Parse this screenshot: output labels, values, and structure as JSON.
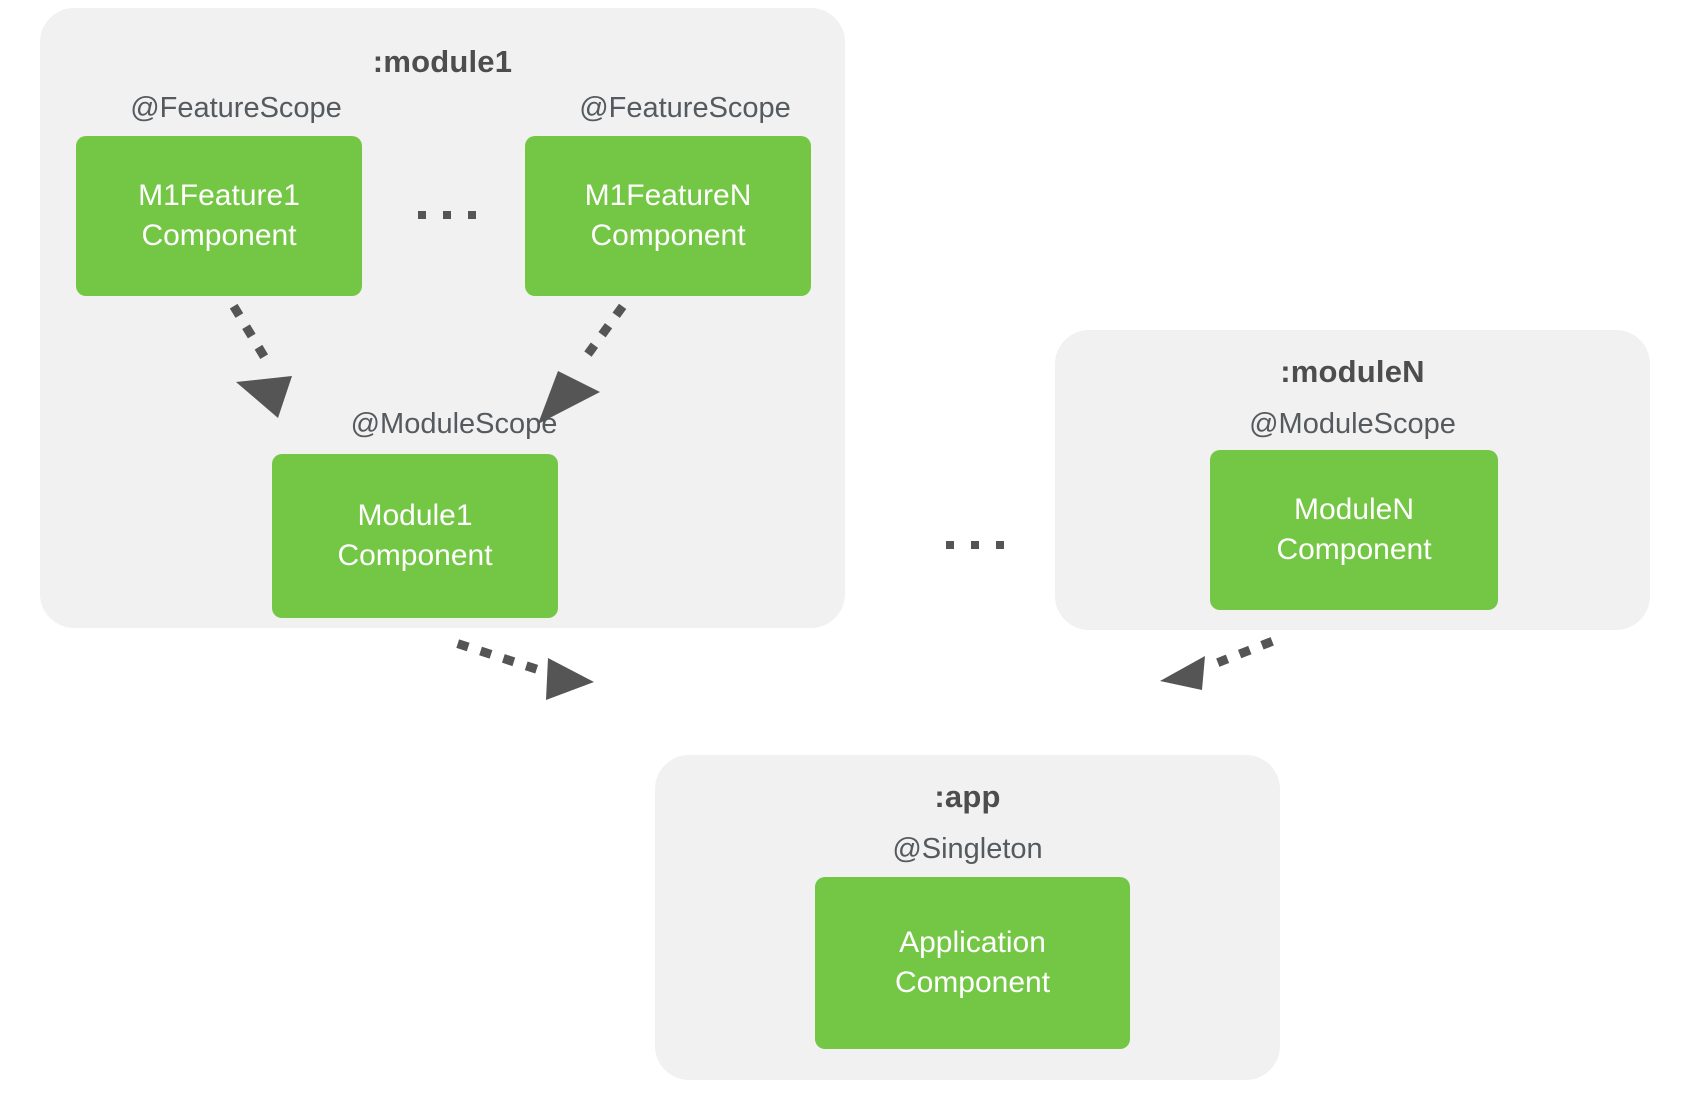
{
  "diagram": {
    "title_implied": "Dagger multi-module component scope hierarchy",
    "colors": {
      "panel_bg": "#f1f1f1",
      "component_green": "#74c745",
      "text_dark": "#4d4d4d",
      "scope_text": "#555a5e",
      "component_text": "#ffffff",
      "arrow": "#555555",
      "page_bg": "#ffffff"
    },
    "panels": [
      {
        "id": "module1",
        "title": ":module1",
        "scopes": [
          {
            "label": "@FeatureScope"
          },
          {
            "label": "@FeatureScope"
          },
          {
            "label": "@ModuleScope"
          }
        ],
        "components": [
          {
            "line1": "M1Feature1",
            "line2": "Component"
          },
          {
            "line1": "M1FeatureN",
            "line2": "Component"
          },
          {
            "line1": "Module1",
            "line2": "Component"
          }
        ]
      },
      {
        "id": "moduleN",
        "title": ":moduleN",
        "scopes": [
          {
            "label": "@ModuleScope"
          }
        ],
        "components": [
          {
            "line1": "ModuleN",
            "line2": "Component"
          }
        ]
      },
      {
        "id": "app",
        "title": ":app",
        "scopes": [
          {
            "label": "@Singleton"
          }
        ],
        "components": [
          {
            "line1": "Application",
            "line2": "Component"
          }
        ]
      }
    ],
    "ellipses": [
      {
        "id": "between-features",
        "dots": 3
      },
      {
        "id": "between-modules",
        "dots": 3
      }
    ],
    "arrows": [
      {
        "id": "m1feature1-to-module1",
        "style": "dotted",
        "head": "solid-triangle"
      },
      {
        "id": "m1featureN-to-module1",
        "style": "dotted",
        "head": "solid-triangle"
      },
      {
        "id": "module1-to-application",
        "style": "dotted",
        "head": "solid-triangle"
      },
      {
        "id": "moduleN-to-application",
        "style": "dotted",
        "head": "solid-triangle"
      }
    ]
  }
}
